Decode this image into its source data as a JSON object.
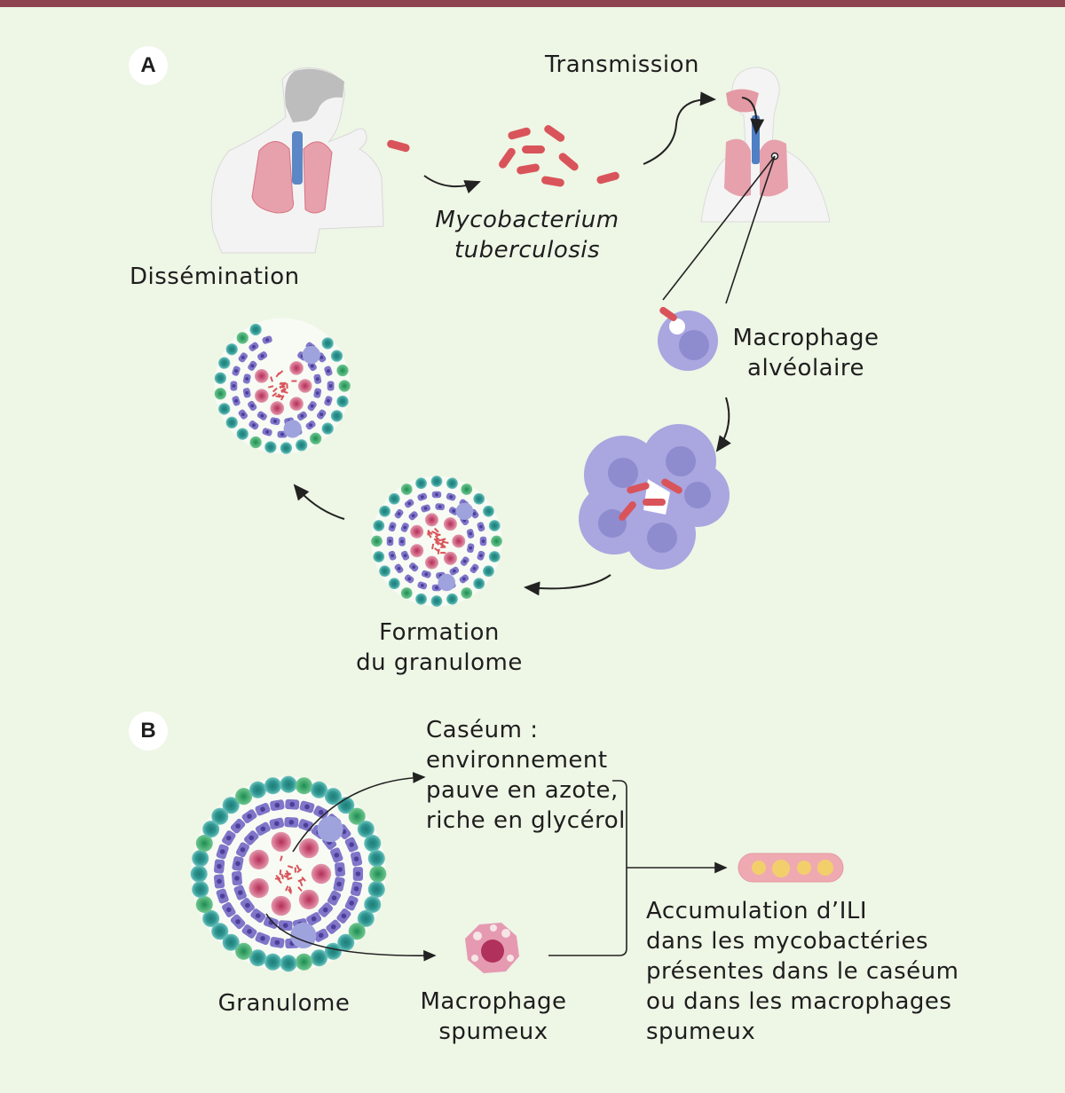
{
  "panel_a": {
    "badge": "A",
    "labels": {
      "transmission": "Transmission",
      "bacterium_line1": "Mycobacterium",
      "bacterium_line2": "tuberculosis",
      "macrophage_line1": "Macrophage",
      "macrophage_line2": "alvéolaire",
      "dissemination": "Dissémination",
      "formation_line1": "Formation",
      "formation_line2": "du granulome"
    },
    "icons": [
      "coughing-person-icon",
      "bacteria-cluster-icon",
      "respiratory-tract-icon",
      "alveolar-macrophage-icon",
      "macrophage-cluster-icon",
      "granuloma-icon",
      "disseminating-granuloma-icon"
    ]
  },
  "panel_b": {
    "badge": "B",
    "labels": {
      "caseum_line1": "Caséum :",
      "caseum_line2": "environnement",
      "caseum_line3": "pauve en azote,",
      "caseum_line4": "riche en glycérol",
      "granulome": "Granulome",
      "foamy_line1": "Macrophage",
      "foamy_line2": "spumeux",
      "result_line1": "Accumulation d’ILI",
      "result_line2": "dans les mycobactéries",
      "result_line3": "présentes dans le caséum",
      "result_line4": "ou dans les macrophages",
      "result_line5": "spumeux"
    },
    "icons": [
      "granuloma-icon",
      "foamy-macrophage-icon",
      "lipid-inclusion-bacterium-icon"
    ]
  },
  "colors": {
    "background": "#eef6e6",
    "top_bar": "#8e4450",
    "bacterium": "#d9545a",
    "macrophage": "#a9a6e0",
    "teal_cell": "#3aa6a0",
    "pink_cell": "#d8708a"
  }
}
